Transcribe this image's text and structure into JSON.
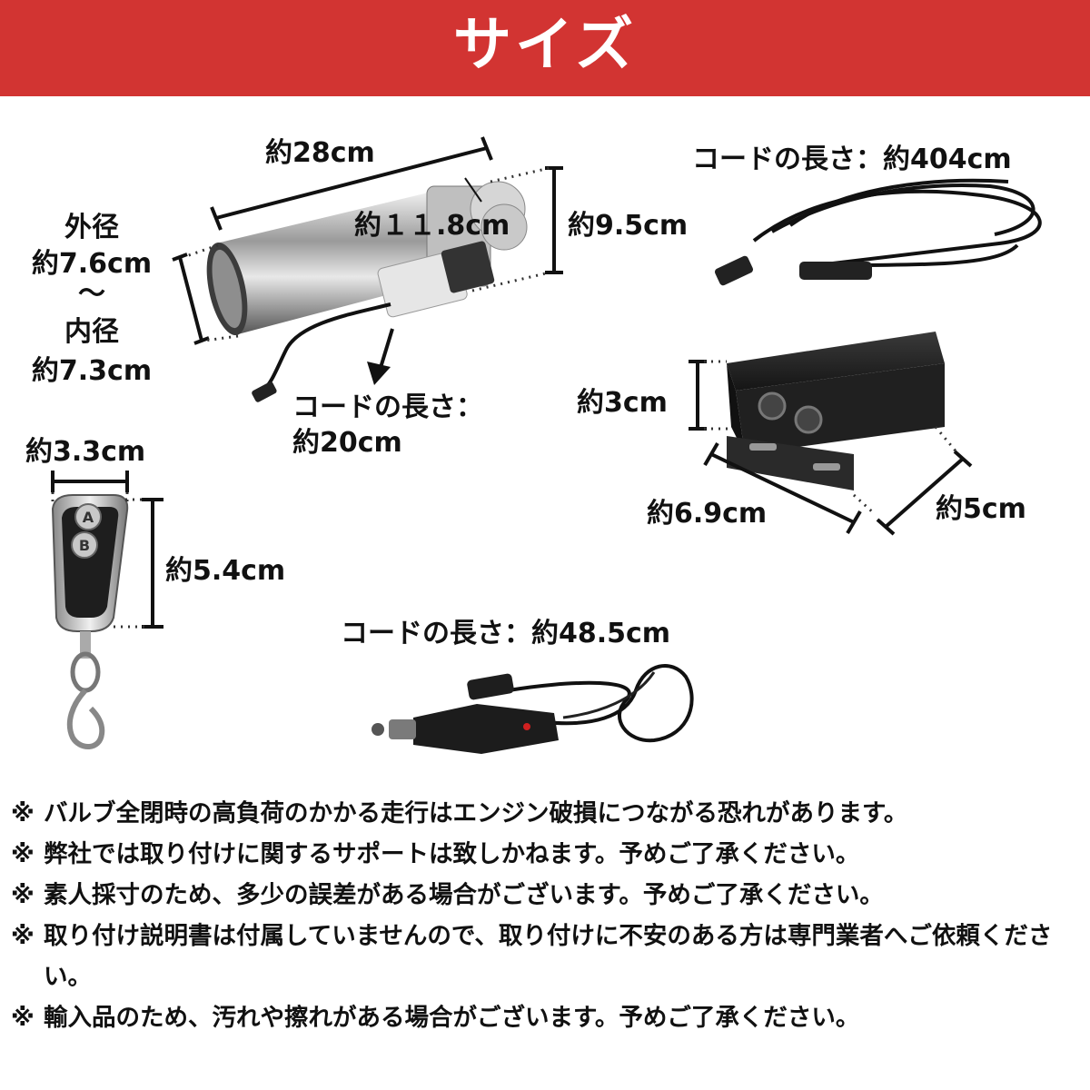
{
  "header": {
    "title": "サイズ",
    "color": "#d23432"
  },
  "valve": {
    "length": "約28cm",
    "flange_width": "約１１.8cm",
    "height": "約9.5cm",
    "outer_diameter_label": "外径",
    "outer_diameter": "約7.6cm",
    "range_mark": "～",
    "inner_diameter_label": "内径",
    "inner_diameter": "約7.3cm",
    "cord_label": "コードの長さ：",
    "cord_length": "約20cm"
  },
  "extension_cord": {
    "label": "コードの長さ：約404cm"
  },
  "control_box": {
    "height": "約3cm",
    "width": "約6.9cm",
    "depth": "約5cm"
  },
  "remote": {
    "width": "約3.3cm",
    "height": "約5.4cm",
    "buttons": [
      "A",
      "B"
    ]
  },
  "power_cord": {
    "label": "コードの長さ：約48.5cm"
  },
  "notes": {
    "mark": "※",
    "items": [
      "バルブ全閉時の高負荷のかかる走行はエンジン破損につながる恐れがあります。",
      "弊社では取り付けに関するサポートは致しかねます。予めご了承ください。",
      "素人採寸のため、多少の誤差がある場合がございます。予めご了承ください。",
      "取り付け説明書は付属していませんので、取り付けに不安のある方は専門業者へご依頼ください。",
      "輸入品のため、汚れや擦れがある場合がございます。予めご了承ください。"
    ]
  }
}
